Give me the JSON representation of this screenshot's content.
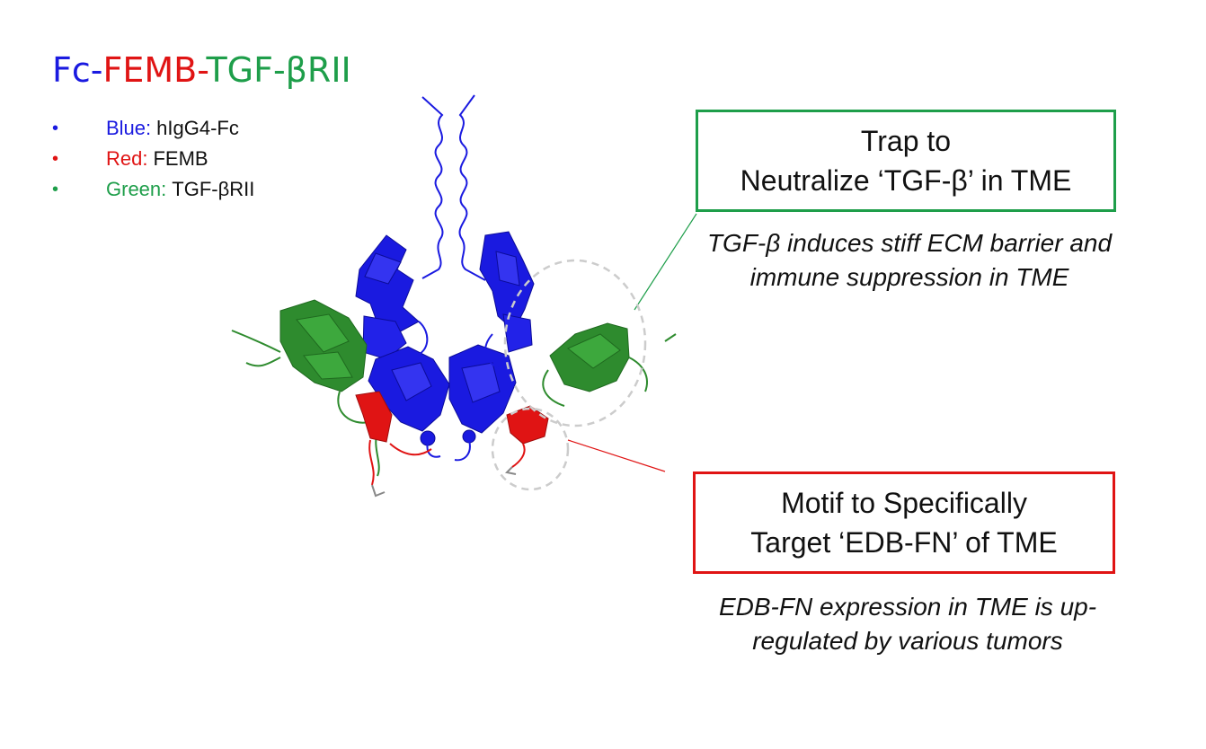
{
  "title": {
    "part_fc": "Fc",
    "sep1": "-",
    "part_femb": "FEMB",
    "sep2": "-",
    "part_tgf": "TGF-βRII"
  },
  "legend": [
    {
      "bullet": "•",
      "key": "Blue:",
      "value": "hIgG4-Fc",
      "color": "#1a1ae0"
    },
    {
      "bullet": "•",
      "key": "Red:",
      "value": "FEMB",
      "color": "#e01414"
    },
    {
      "bullet": "•",
      "key": "Green:",
      "value": "TGF-βRII",
      "color": "#1e9e4a"
    }
  ],
  "callouts": {
    "tgf": {
      "line1": "Trap to",
      "line2": "Neutralize ‘TGF-β’ in TME"
    },
    "edb": {
      "line1": "Motif to Specifically",
      "line2": "Target ‘EDB-FN’ of TME"
    }
  },
  "notes": {
    "tgf": "TGF-β induces stiff ECM barrier and immune suppression in TME",
    "edb": "EDB-FN expression in TME is up-regulated by various tumors"
  },
  "colors": {
    "fc": "#1a1ae0",
    "femb": "#e01414",
    "tgf": "#1e9e4a",
    "tgf_structure": "#2e8b2e",
    "text": "#111111"
  },
  "icons": [
    "protein-structure-image"
  ]
}
